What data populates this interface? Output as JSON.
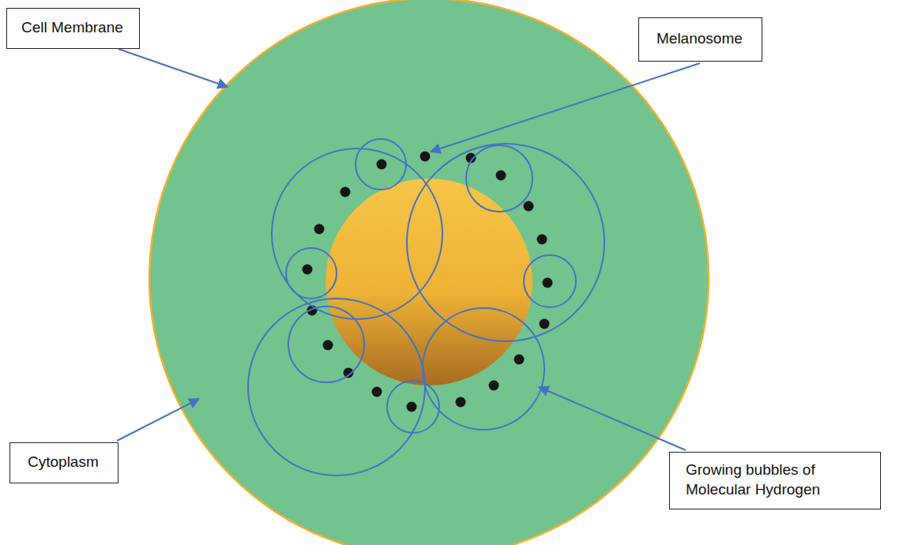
{
  "diagram": {
    "nodes": [
      {
        "text": [
          "Cell Membrane"
        ]
      },
      {
        "text": [
          "Melanosome"
        ]
      },
      {
        "text": [
          "Cytoplasm"
        ]
      },
      {
        "text": [
          "Growing bubbles of Molecular Hydrogen"
        ]
      }
    ]
  }
}
